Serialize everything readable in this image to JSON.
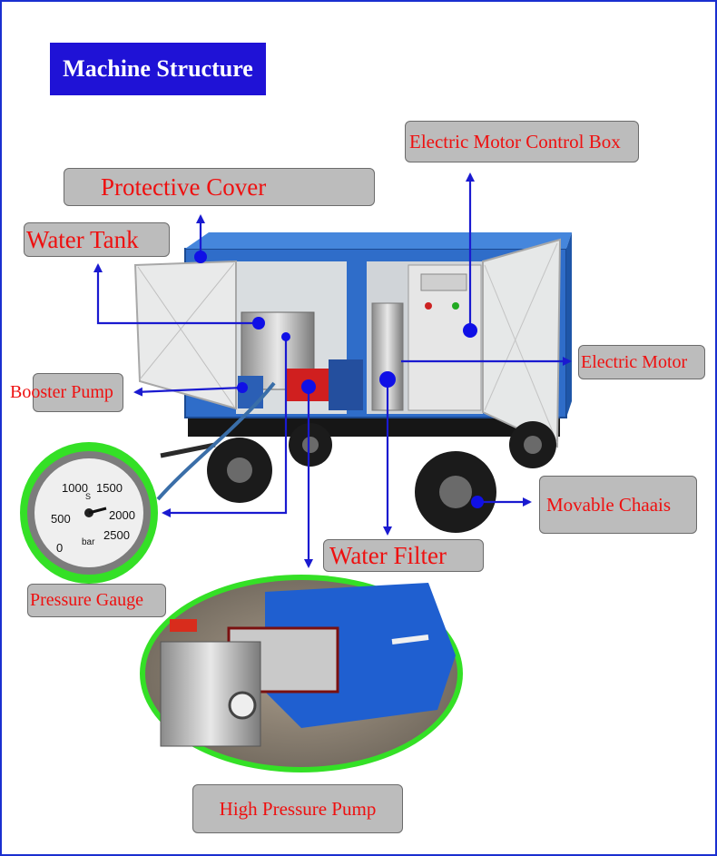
{
  "title": "Machine Structure",
  "labels": {
    "electric_motor_control_box": "Electric Motor Control Box",
    "protective_cover": "Protective Cover",
    "water_tank": "Water Tank",
    "booster_pump": "Booster Pump",
    "electric_motor": "Electric Motor",
    "movable_chassis": "Movable Chaais",
    "water_filter": "Water Filter",
    "pressure_gauge": "Pressure Gauge",
    "high_pressure_pump": "High Pressure Pump"
  },
  "gauge": {
    "ticks": [
      "500",
      "1000",
      "1500",
      "2000",
      "2500"
    ],
    "zero": "0",
    "unit": "bar",
    "center_mark": "S"
  },
  "colors": {
    "banner_bg": "#1f12d6",
    "label_bg": "#bcbcbc",
    "label_text": "#ee1010",
    "arrow": "#1a1ad0",
    "callout_ring": "#3ee62b",
    "machine_blue": "#2b6cc8"
  }
}
